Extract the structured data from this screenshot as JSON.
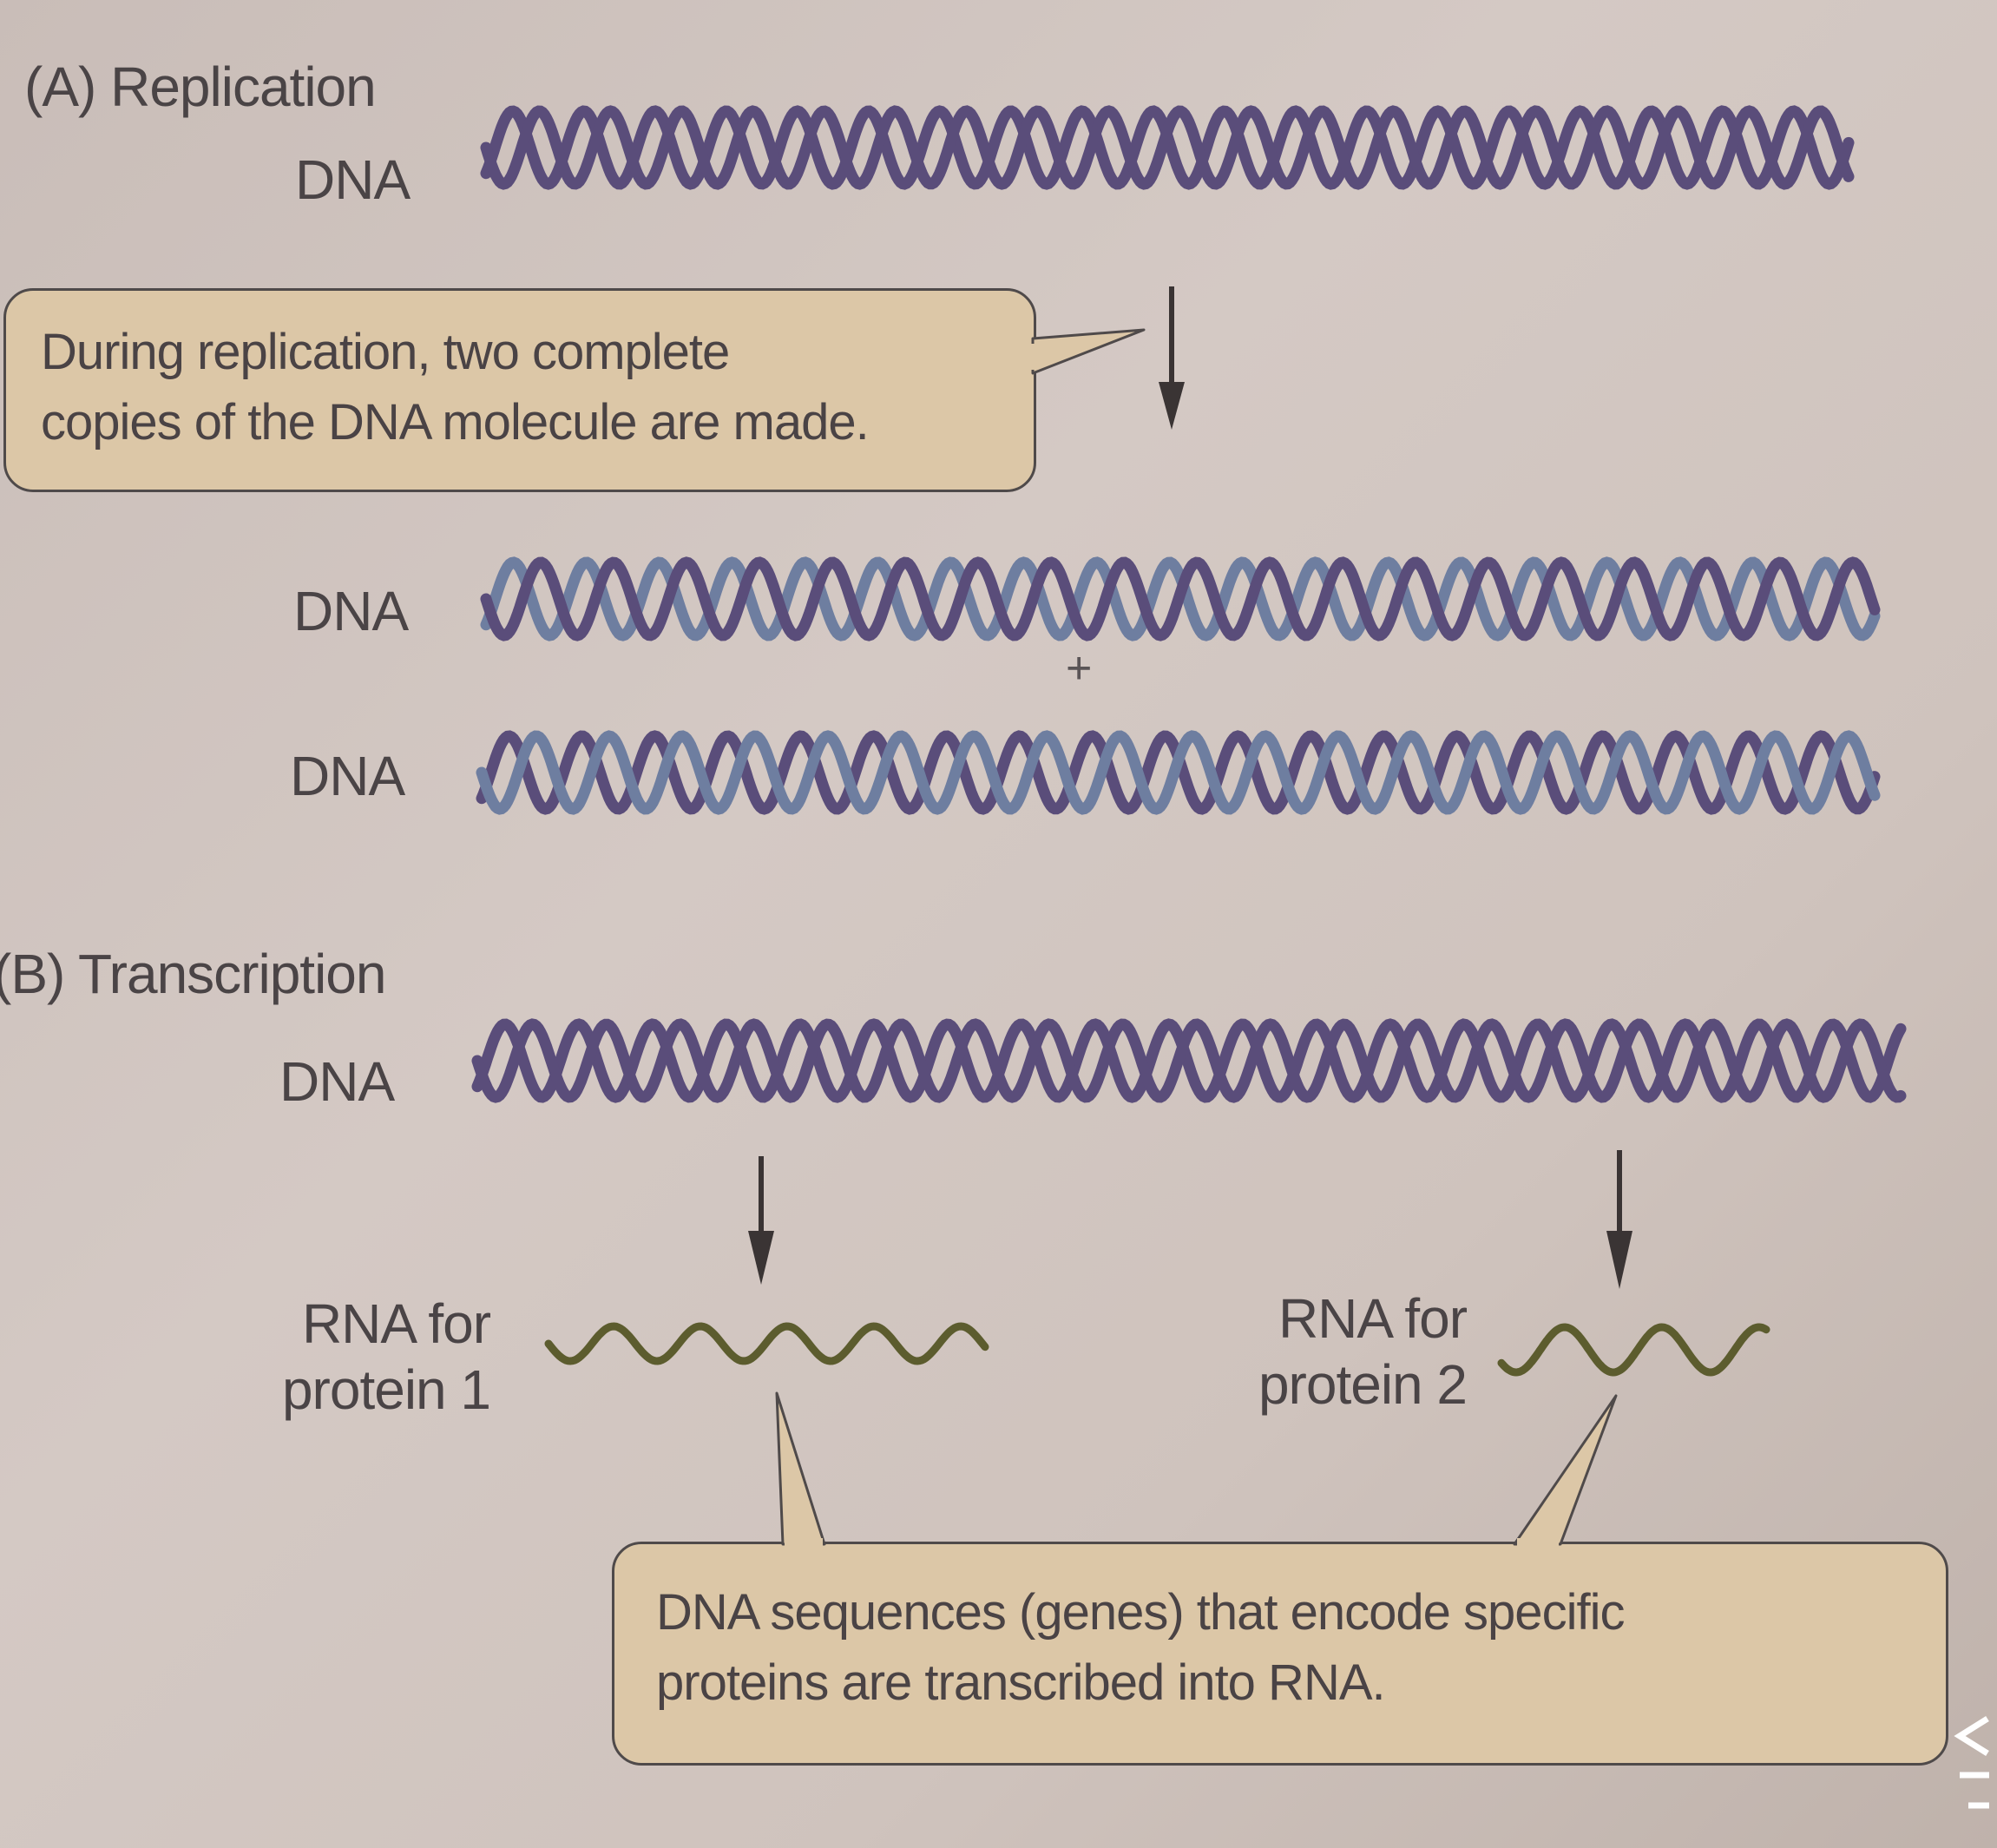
{
  "section_a": {
    "title": "(A)  Replication",
    "dna_label": "DNA",
    "callout": [
      "During replication, two complete",
      "copies of the DNA molecule are made."
    ],
    "copy_labels": [
      "DNA",
      "DNA"
    ],
    "plus": "+"
  },
  "section_b": {
    "title": "(B)  Transcription",
    "dna_label": "DNA",
    "rna1_label": [
      "RNA for",
      "protein 1"
    ],
    "rna2_label": [
      "RNA for",
      "protein 2"
    ],
    "callout": [
      "DNA sequences (genes) that encode specific",
      "proteins are transcribed into RNA."
    ]
  },
  "colors": {
    "dna_dark": "#5a4d7a",
    "dna_light": "#6e7ea0",
    "rna": "#5c5c2e",
    "callout_fill": "#dcc7a7",
    "arrow": "#3a3434"
  }
}
